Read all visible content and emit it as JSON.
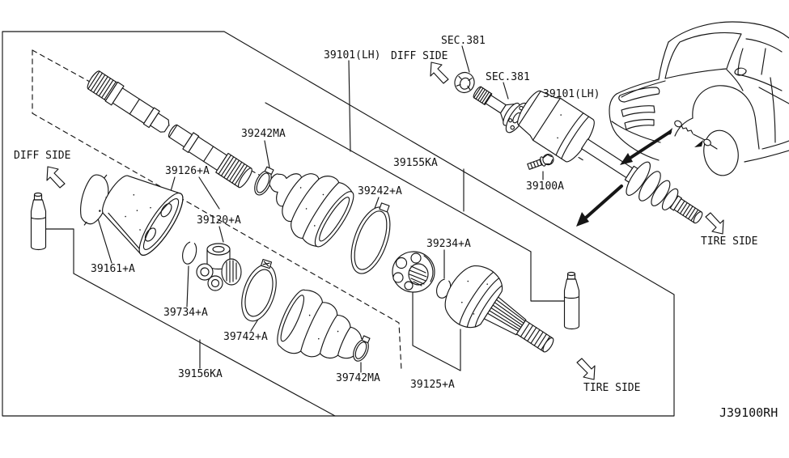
{
  "diagram": {
    "kind": "front-drive-shaft-exploded-parts-diagram",
    "diagram_code": "J39100RH",
    "direction_labels": {
      "diff_side_left": "DIFF SIDE",
      "diff_side_top": "DIFF SIDE",
      "tire_side_right": "TIRE SIDE",
      "tire_side_bottom": "TIRE SIDE"
    },
    "section_refs": {
      "seal": "SEC.381",
      "flange": "SEC.381"
    },
    "callouts": {
      "shaft_assembly_exploded": "39101(LH)",
      "shaft_assembly_installed": "39101(LH)",
      "bolt": "39100A",
      "inner_boot_clamp_small": "39242MA",
      "inner_joint_housing": "39126+A",
      "inner_boot_kit": "39155KA",
      "inner_boot_clamp_large": "39242+A",
      "spider_assembly": "39120+A",
      "dust_shield": "39161+A",
      "snap_ring": "39734+A",
      "ball_cage": "39234+A",
      "outer_boot_clamp_large": "39742+A",
      "outer_boot_kit": "39156KA",
      "outer_boot_clamp_small": "39742MA",
      "outer_joint": "39125+A"
    }
  }
}
